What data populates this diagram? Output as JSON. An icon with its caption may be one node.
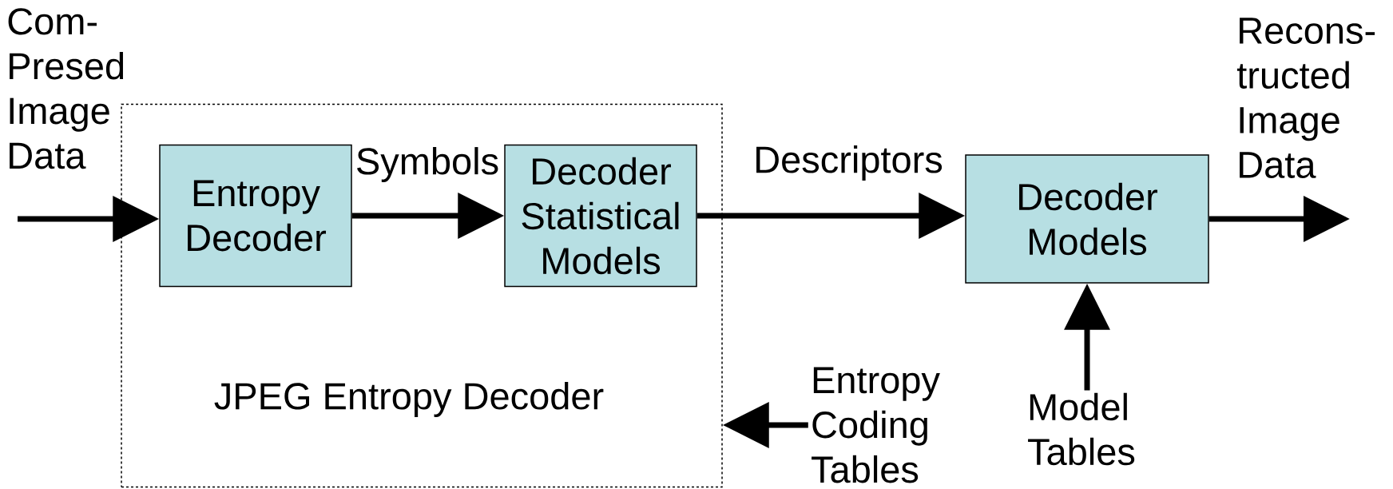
{
  "diagram": {
    "nodes": [
      {
        "text": [
          "JPEG Entropy Decoder"
        ]
      },
      {
        "text": [
          "Entropy Decoder"
        ],
        "in": 0
      },
      {
        "text": [
          "Decoder Statistical Models"
        ],
        "in": 0
      },
      {
        "text": [
          "Decoder Models"
        ]
      },
      {
        "text": [
          "Entropy Coding Tables"
        ]
      },
      {
        "text": [
          "Model Tables"
        ]
      }
    ],
    "edges": [
      {
        "from": null,
        "to": 1,
        "arrow": "to",
        "label": "Com- Presed Image Data"
      },
      {
        "from": 1,
        "to": 2,
        "arrow": "to",
        "label": "Symbols"
      },
      {
        "from": 2,
        "to": 3,
        "arrow": "to",
        "label": "Descriptors"
      },
      {
        "from": 3,
        "to": null,
        "arrow": "to",
        "label": "Recons- tructed Image Data"
      },
      {
        "from": 5,
        "to": 3,
        "arrow": "to"
      },
      {
        "from": 4,
        "to": 0,
        "arrow": "to"
      }
    ]
  }
}
